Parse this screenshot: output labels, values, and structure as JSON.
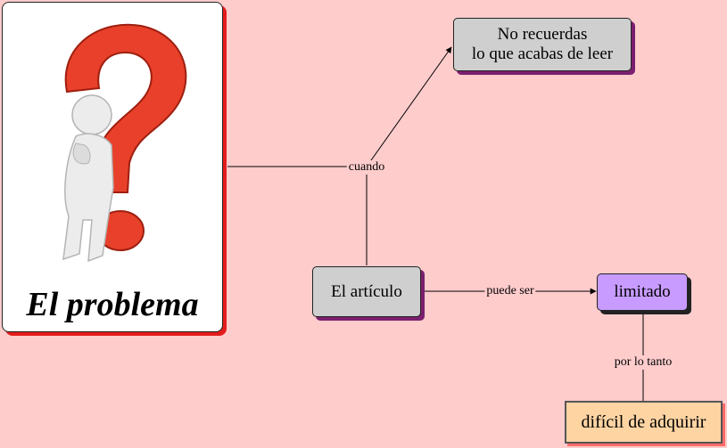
{
  "card": {
    "title": "El problema"
  },
  "nodes": {
    "memory": {
      "line1": "No recuerdas",
      "line2": "lo que acabas de leer"
    },
    "article": "El artículo",
    "limited": "limitado",
    "difficult": "difícil de adquirir"
  },
  "links": {
    "when": "cuando",
    "can_be": "puede ser",
    "therefore": "por lo tanto"
  },
  "colors": {
    "background": "#ffcccc",
    "node_gray": "#cfcfcf",
    "node_purple": "#c79bff",
    "node_orange": "#ffd4a3",
    "question_mark": "#e8402a"
  }
}
